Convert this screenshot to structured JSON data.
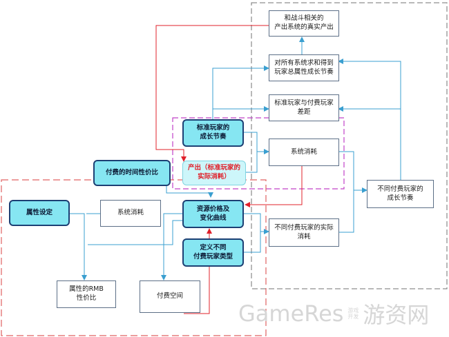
{
  "nodes": {
    "combat_output": "和战斗相关的\n产出系统的真实产出",
    "total_growth": "对所有系统求和得到\n玩家总属性成长节奏",
    "std_pay_gap": "标准玩家与付费玩家\n差距",
    "std_growth": "标准玩家的\n成长节奏",
    "system_consume_right": "系统消耗",
    "output_std": "产出（标准玩家的\n实际消耗）",
    "pay_time_value": "付费的时间性价比",
    "attr_setting": "属性设定",
    "system_consume_left": "系统消耗",
    "resource_price": "资源价格及\n变化曲线",
    "diff_pay_consume": "不同付费玩家的实际\n消耗",
    "diff_pay_growth": "不同付费玩家的\n成长节奏",
    "define_pay_types": "定义不同\n付费玩家类型",
    "attr_rmb": "属性的RMB\n性价比",
    "pay_space": "付费空间"
  },
  "watermark": {
    "brand": "GameRes",
    "sub_line1": "游戏",
    "sub_line2": "开发",
    "cn": "游资网"
  },
  "colors": {
    "blue_line": "#3a9fd0",
    "red_line": "#e0202a",
    "cyan_fill": "#86e6f2",
    "dark_border": "#1c3f73",
    "purple_dash": "#c040c8",
    "red_dash": "#e06060",
    "gray_dash": "#707070"
  }
}
